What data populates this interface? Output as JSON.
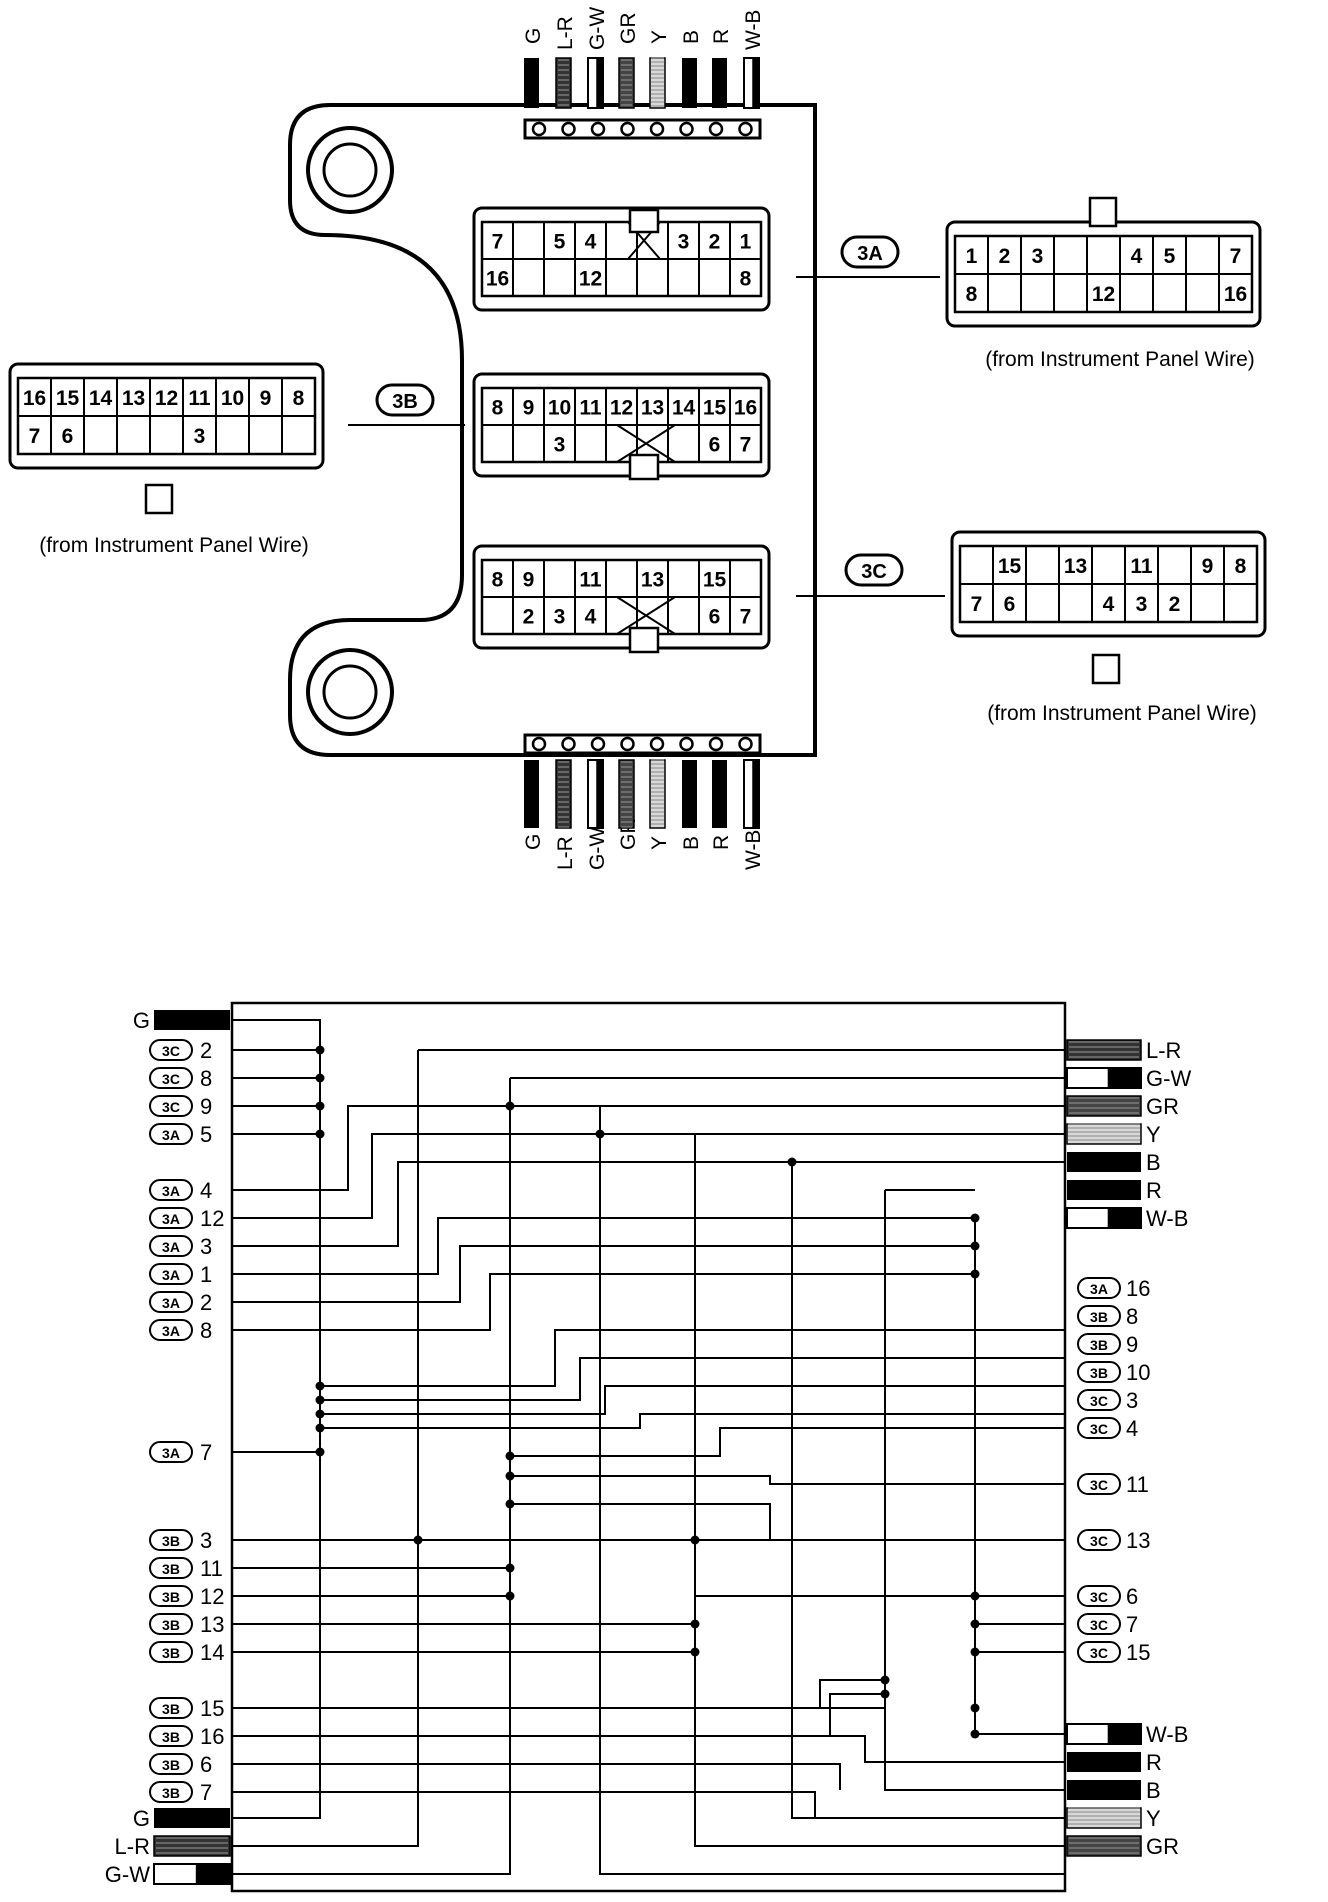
{
  "wires": [
    "G",
    "L-R",
    "G-W",
    "GR",
    "Y",
    "B",
    "R",
    "W-B"
  ],
  "wire_colors": {
    "G": "#000000",
    "L-R": "#333333",
    "G-W": "#000000",
    "GR": "#444444",
    "Y": "#b0b0b0",
    "B": "#000000",
    "R": "#000000",
    "W-B": "#000000"
  },
  "connector_tags": {
    "a": "3A",
    "b": "3B",
    "c": "3C"
  },
  "note": "(from Instrument Panel Wire)",
  "block": {
    "conn_3a": {
      "top": [
        "7",
        "",
        "5",
        "4",
        "",
        "",
        "3",
        "2",
        "1"
      ],
      "bottom": [
        "16",
        "",
        "",
        "12",
        "",
        "",
        "",
        "",
        "8"
      ]
    },
    "conn_3b": {
      "top": [
        "8",
        "9",
        "10",
        "11",
        "12",
        "13",
        "14",
        "15",
        "16"
      ],
      "bottom": [
        "",
        "",
        "3",
        "",
        "",
        "",
        "",
        "6",
        "7"
      ]
    },
    "conn_3c": {
      "top": [
        "8",
        "9",
        "",
        "11",
        "",
        "13",
        "",
        "15",
        ""
      ],
      "bottom": [
        "",
        "2",
        "3",
        "4",
        "",
        "",
        "",
        "6",
        "7"
      ]
    }
  },
  "plug_3a": {
    "top": [
      "1",
      "2",
      "3",
      "",
      "",
      "4",
      "5",
      "",
      "7"
    ],
    "bottom": [
      "8",
      "",
      "",
      "",
      "12",
      "",
      "",
      "",
      "16"
    ]
  },
  "plug_3b": {
    "top": [
      "16",
      "15",
      "14",
      "13",
      "12",
      "11",
      "10",
      "9",
      "8"
    ],
    "bottom": [
      "7",
      "6",
      "",
      "",
      "",
      "3",
      "",
      "",
      ""
    ]
  },
  "plug_3c": {
    "top": [
      "",
      "15",
      "",
      "13",
      "",
      "11",
      "",
      "9",
      "8"
    ],
    "bottom": [
      "7",
      "6",
      "",
      "",
      "4",
      "3",
      "2",
      "",
      ""
    ]
  },
  "schematic": {
    "left": [
      {
        "tag": "",
        "num": "G",
        "wire": "G"
      },
      {
        "tag": "3C",
        "num": "2"
      },
      {
        "tag": "3C",
        "num": "8"
      },
      {
        "tag": "3C",
        "num": "9"
      },
      {
        "tag": "3A",
        "num": "5"
      },
      {
        "tag": "3A",
        "num": "4"
      },
      {
        "tag": "3A",
        "num": "12"
      },
      {
        "tag": "3A",
        "num": "3"
      },
      {
        "tag": "3A",
        "num": "1"
      },
      {
        "tag": "3A",
        "num": "2"
      },
      {
        "tag": "3A",
        "num": "8"
      },
      {
        "tag": "3A",
        "num": "7"
      },
      {
        "tag": "3B",
        "num": "3"
      },
      {
        "tag": "3B",
        "num": "11"
      },
      {
        "tag": "3B",
        "num": "12"
      },
      {
        "tag": "3B",
        "num": "13"
      },
      {
        "tag": "3B",
        "num": "14"
      },
      {
        "tag": "3B",
        "num": "15"
      },
      {
        "tag": "3B",
        "num": "16"
      },
      {
        "tag": "3B",
        "num": "6"
      },
      {
        "tag": "3B",
        "num": "7"
      },
      {
        "tag": "",
        "num": "G",
        "wire": "G"
      },
      {
        "tag": "",
        "num": "L-R",
        "wire": "L-R"
      },
      {
        "tag": "",
        "num": "G-W",
        "wire": "G-W"
      }
    ],
    "right": [
      {
        "tag": "",
        "num": "L-R",
        "wire": "L-R"
      },
      {
        "tag": "",
        "num": "G-W",
        "wire": "G-W"
      },
      {
        "tag": "",
        "num": "GR",
        "wire": "GR"
      },
      {
        "tag": "",
        "num": "Y",
        "wire": "Y"
      },
      {
        "tag": "",
        "num": "B",
        "wire": "B"
      },
      {
        "tag": "",
        "num": "R",
        "wire": "R"
      },
      {
        "tag": "",
        "num": "W-B",
        "wire": "W-B"
      },
      {
        "tag": "3A",
        "num": "16"
      },
      {
        "tag": "3B",
        "num": "8"
      },
      {
        "tag": "3B",
        "num": "9"
      },
      {
        "tag": "3B",
        "num": "10"
      },
      {
        "tag": "3C",
        "num": "3"
      },
      {
        "tag": "3C",
        "num": "4"
      },
      {
        "tag": "3C",
        "num": "11"
      },
      {
        "tag": "3C",
        "num": "13"
      },
      {
        "tag": "3C",
        "num": "6"
      },
      {
        "tag": "3C",
        "num": "7"
      },
      {
        "tag": "3C",
        "num": "15"
      },
      {
        "tag": "",
        "num": "W-B",
        "wire": "W-B"
      },
      {
        "tag": "",
        "num": "R",
        "wire": "R"
      },
      {
        "tag": "",
        "num": "B",
        "wire": "B"
      },
      {
        "tag": "",
        "num": "Y",
        "wire": "Y"
      },
      {
        "tag": "",
        "num": "GR",
        "wire": "GR"
      }
    ]
  }
}
